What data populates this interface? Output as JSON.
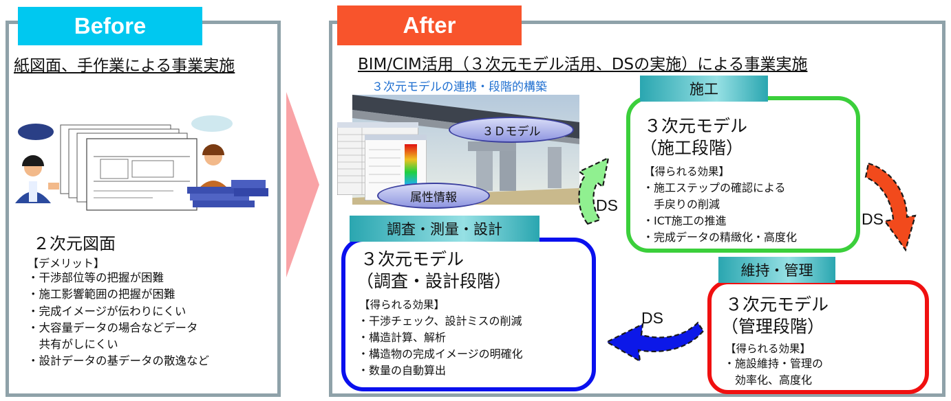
{
  "before": {
    "tag": "Before",
    "heading": "紙図面、手作業による事業実施",
    "title": "２次元図面",
    "subheading": "【デメリット】",
    "items": [
      "・干渉部位等の把握が困難",
      "・施工影響範囲の把握が困難",
      "・完成イメージが伝わりにくい",
      "・大容量データの場合などデータ",
      "　共有がしにくい",
      "・設計データの基データの散逸など"
    ]
  },
  "after": {
    "tag": "After",
    "heading": "BIM/CIM活用（３次元モデル活用、DSの実施）による事業実施",
    "subtitle": "３次元モデルの連携・段階的構築",
    "image_labels": {
      "model_3d": "３Ｄモデル",
      "attributes": "属性情報"
    },
    "stages": {
      "survey": {
        "label": "調査・測量・設計",
        "title1": "３次元モデル",
        "title2": "（調査・設計段階）",
        "effects_heading": "【得られる効果】",
        "effects": [
          "・干渉チェック、設計ミスの削減",
          "・構造計算、解析",
          "・構造物の完成イメージの明確化",
          "・数量の自動算出"
        ]
      },
      "construction": {
        "label": "施工",
        "title1": "３次元モデル",
        "title2": "（施工段階）",
        "effects_heading": "【得られる効果】",
        "effects": [
          "・施工ステップの確認による",
          "　手戻りの削減",
          "・ICT施工の推進",
          "・完成データの精緻化・高度化"
        ]
      },
      "maintenance": {
        "label": "維持・管理",
        "title1": "３次元モデル",
        "title2": "（管理段階）",
        "effects_heading": "【得られる効果】",
        "effects": [
          "・施設維持・管理の",
          "　効率化、高度化"
        ]
      }
    },
    "cycle_labels": {
      "green": "DS",
      "orange": "DS",
      "blue": "DS"
    }
  },
  "colors": {
    "before_tag": "#00c8f0",
    "after_tag": "#f8542c",
    "panel_border": "#8fa2a9",
    "survey_border": "#0a10ee",
    "construction_border": "#3bcf3b",
    "maintenance_border": "#f01010",
    "big_arrow": "#f9a3a6",
    "subtitle": "#1f6fd0"
  }
}
